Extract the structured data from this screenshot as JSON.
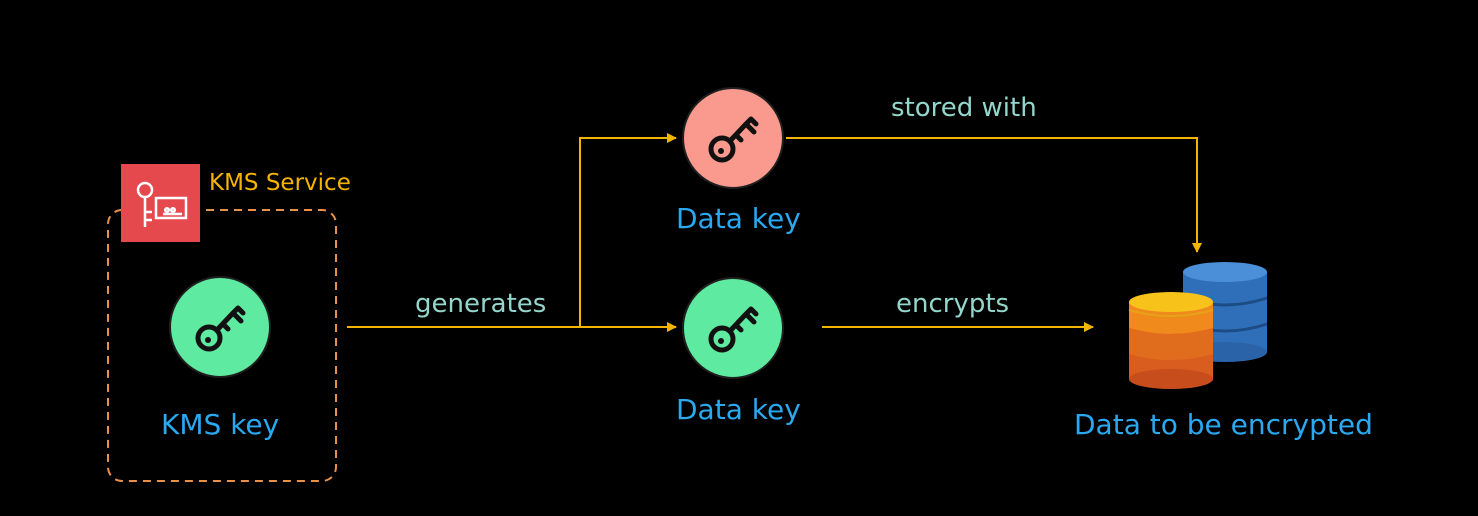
{
  "kms_service": {
    "label": "KMS Service",
    "icon": "kms-service-icon"
  },
  "kms_key": {
    "label": "KMS key",
    "icon": "key-icon"
  },
  "data_key_top": {
    "label": "Data key",
    "icon": "key-icon"
  },
  "data_key_bottom": {
    "label": "Data key",
    "icon": "key-icon"
  },
  "data_store": {
    "label": "Data to be encrypted",
    "icon": "database-icon"
  },
  "edges": {
    "generates": "generates",
    "stored_with": "stored with",
    "encrypts": "encrypts"
  },
  "colors": {
    "background": "#000000",
    "arrow": "#f5b400",
    "edge_label": "#93d6cc",
    "node_label": "#2aa8f0",
    "service_label": "#f5b400",
    "service_border": "#e8914a",
    "service_badge": "#e5484d",
    "green_key": "#5eeaa0",
    "pink_key": "#fa9a8e"
  }
}
